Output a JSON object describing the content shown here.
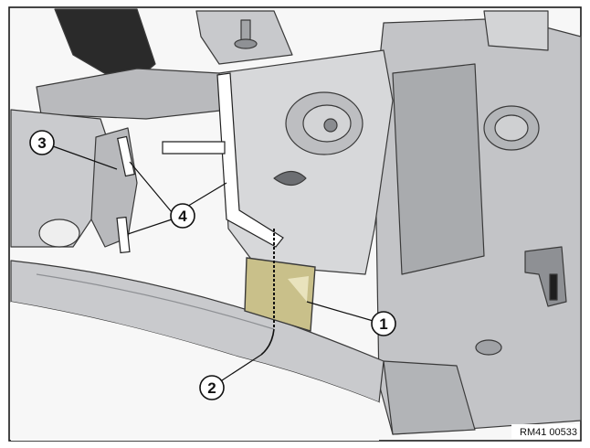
{
  "callouts": {
    "c1": "1",
    "c2": "2",
    "c3": "3",
    "c4": "4"
  },
  "reference_code": "RM41 00533",
  "colors": {
    "metal_light": "#d6d7d9",
    "metal_mid": "#bfc0c3",
    "metal_dark": "#9c9ea2",
    "outline": "#3a3a3a",
    "highlight_patch": "#c9c08a",
    "frame": "#1a1a1a"
  }
}
